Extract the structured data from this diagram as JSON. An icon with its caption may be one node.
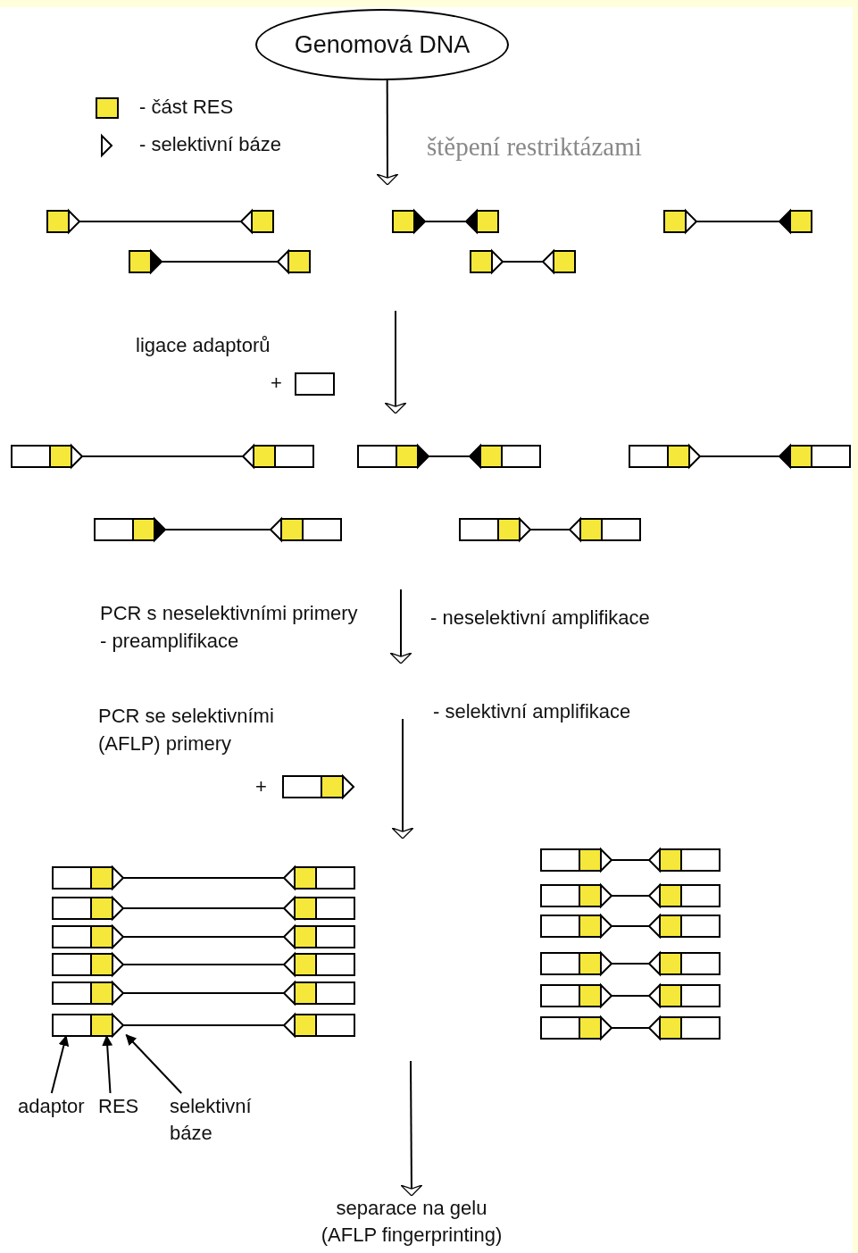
{
  "diagram": {
    "nodes": [
      {
        "text": [
          "Genomová DNA"
        ]
      },
      {
        "text": [],
        "shape": "bar"
      },
      {
        "text": [
          "adaptor"
        ]
      },
      {
        "text": [
          "RES"
        ]
      },
      {
        "text": [
          "selektivní báze"
        ]
      },
      {
        "text": [
          "separace na gelu (AFLP fingerprinting)"
        ]
      }
    ],
    "edges": [
      {
        "from": 0,
        "to": null,
        "arrow": "to"
      },
      {
        "from": 2,
        "to": 1,
        "arrow": "to"
      },
      {
        "from": 3,
        "to": 1,
        "arrow": "to"
      },
      {
        "from": 4,
        "to": 1,
        "arrow": "to"
      },
      {
        "from": null,
        "to": 5,
        "arrow": "to"
      }
    ],
    "labels": [
      "štěpení restriktázami",
      "ligace adaptorů",
      "+",
      "PCR s neselektivními primery - preamplifikace",
      "- neselektivní amplifikace",
      "PCR se selektivními (AFLP) primery",
      "- selektivní amplifikace",
      "+"
    ],
    "legend": [
      {
        "text": "- část RES",
        "color": "#f5e83a"
      },
      {
        "text": "- selektivní báze"
      }
    ]
  }
}
